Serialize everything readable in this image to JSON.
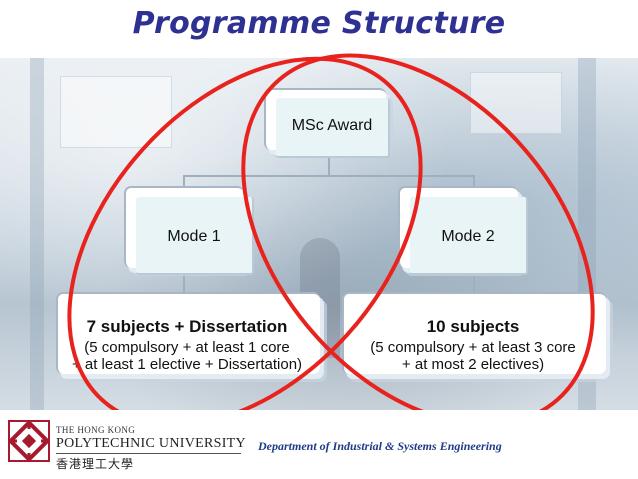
{
  "title": "Programme Structure",
  "diagram": {
    "root": {
      "label": "MSc Award"
    },
    "mode1": {
      "label": "Mode 1",
      "detail_title": "7 subjects + Dissertation",
      "detail_line1": "(5 compulsory + at least 1 core",
      "detail_line2": "+ at least 1 elective + Dissertation)"
    },
    "mode2": {
      "label": "Mode 2",
      "detail_title": "10 subjects",
      "detail_line1": "(5 compulsory + at least 3 core",
      "detail_line2": "+ at most 2 electives)"
    }
  },
  "footer": {
    "university_line1": "THE HONG KONG",
    "university_line2": "POLYTECHNIC UNIVERSITY",
    "university_chinese": "香港理工大學",
    "department": "Department of Industrial & Systems Engineering"
  },
  "colors": {
    "title": "#2e3192",
    "ellipse": "#e8231d",
    "logo": "#a6192e",
    "department": "#1f3c88"
  }
}
